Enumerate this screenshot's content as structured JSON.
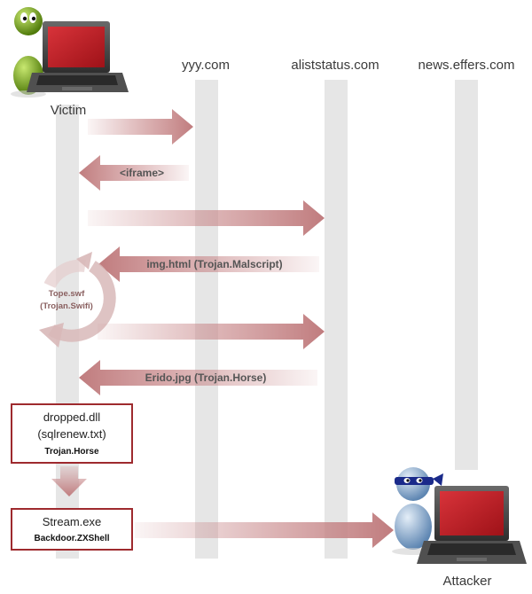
{
  "hosts": {
    "yyy": "yyy.com",
    "alist": "aliststatus.com",
    "news": "news.effers.com"
  },
  "actors": {
    "victim": "Victim",
    "attacker": "Attacker"
  },
  "messages": {
    "iframe": "<iframe>",
    "img_html": "img.html (Trojan.Malscript)",
    "erido": "Erido.jpg (Trojan.Horse)"
  },
  "swf": {
    "line1": "Tope.swf",
    "line2": "(Trojan.Swifi)"
  },
  "dropped_box": {
    "line1": "dropped.dll",
    "line2": "(sqlrenew.txt)",
    "line3": "Trojan.Horse"
  },
  "stream_box": {
    "line1": "Stream.exe",
    "line2": "Backdoor.ZXShell"
  },
  "colors": {
    "arrow": "#c8888a",
    "lifeline": "#e6e6e6",
    "box_border": "#9e2a2e",
    "screen": "#c02028",
    "laptop_body": "#4a4a4a",
    "victim_figure": "#7cac1c",
    "attacker_figure": "#8fb2d6"
  }
}
